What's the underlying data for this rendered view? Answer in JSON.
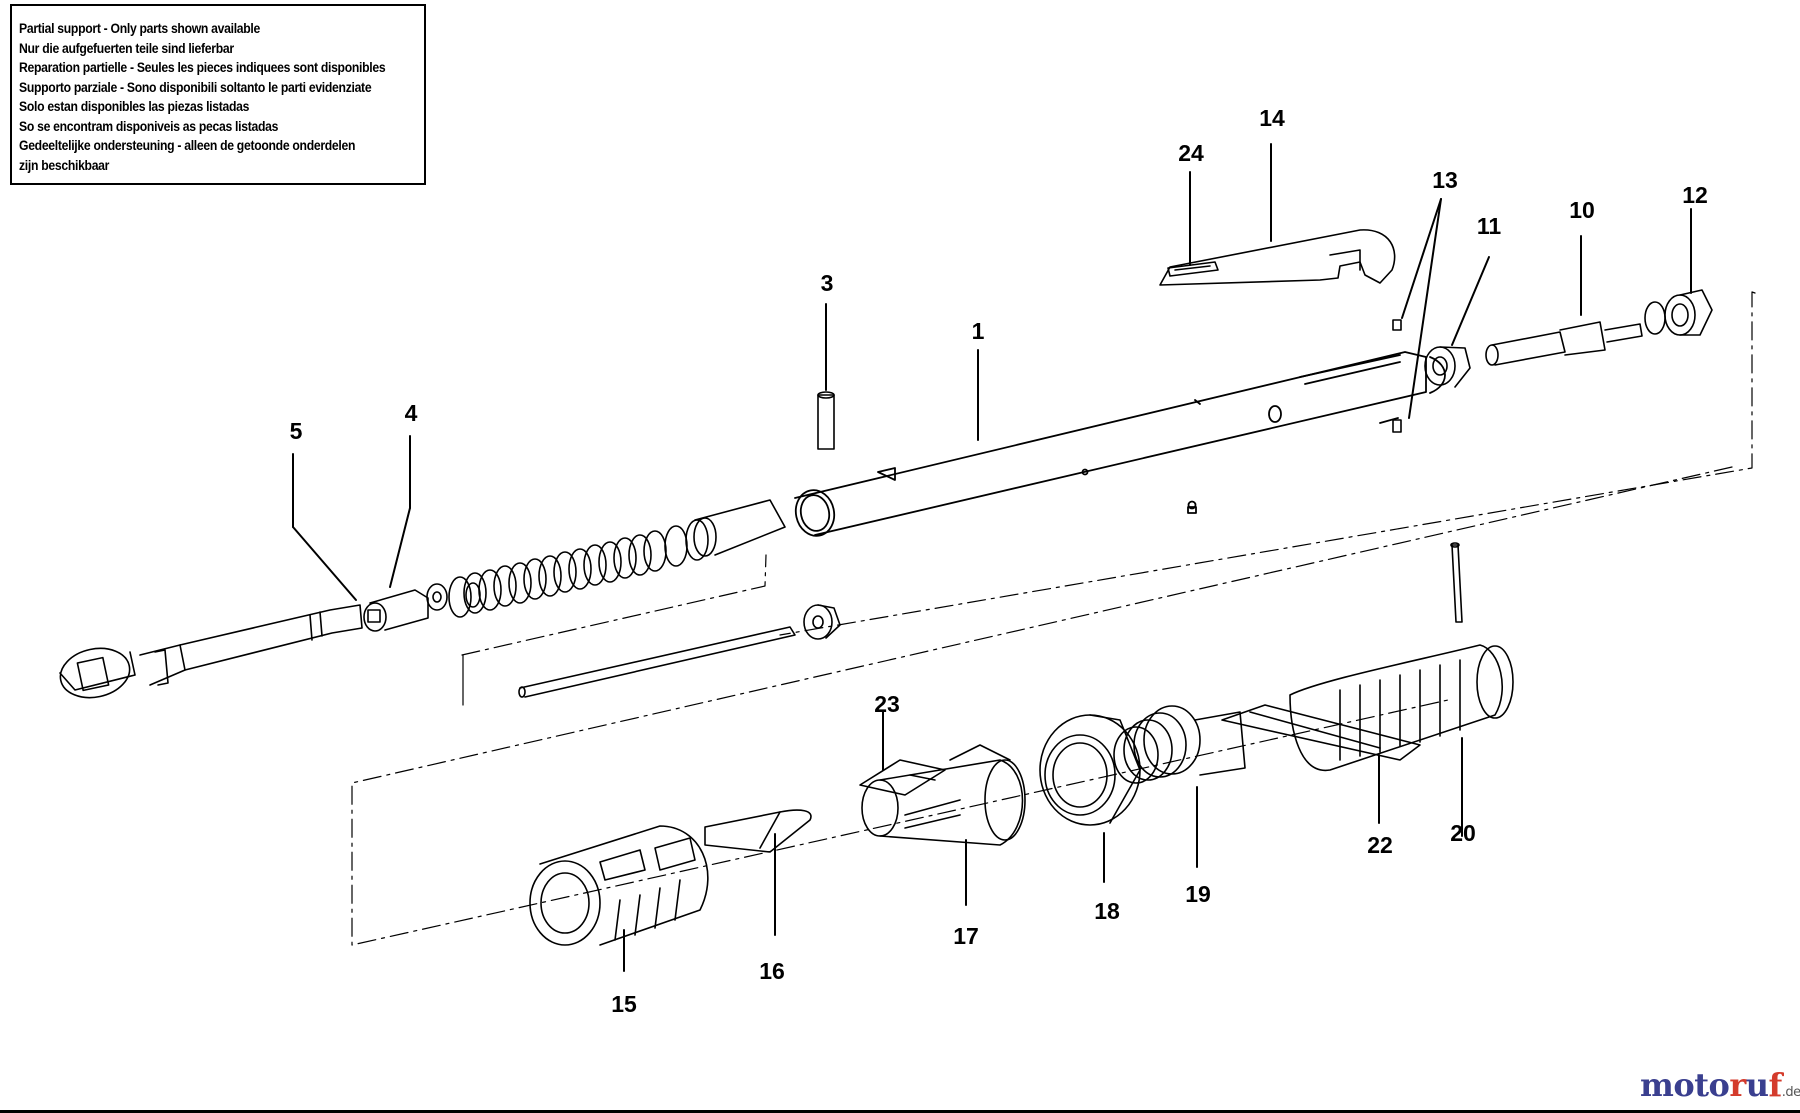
{
  "notice": {
    "lines": [
      "Partial support - Only parts shown available",
      "Nur die aufgefuerten teile sind lieferbar",
      "Reparation partielle - Seules les pieces indiquees sont disponibles",
      "Supporto parziale - Sono disponibili soltanto le parti evidenziate",
      "Solo estan disponibles las piezas listadas",
      "So se encontram disponiveis as pecas listadas",
      "Gedeeltelijke ondersteuning - alleen de getoonde onderdelen",
      "zijn beschikbaar"
    ]
  },
  "callouts": {
    "c1": "1",
    "c3": "3",
    "c4": "4",
    "c5": "5",
    "c10": "10",
    "c11": "11",
    "c12": "12",
    "c13": "13",
    "c14": "14",
    "c15": "15",
    "c16": "16",
    "c17": "17",
    "c18": "18",
    "c19": "19",
    "c20": "20",
    "c22": "22",
    "c23": "23",
    "c24": "24"
  },
  "watermark": {
    "name": "motoruf",
    "tld": ".de",
    "color_m": "#3a3f8f",
    "color_accent": "#d43b2c"
  }
}
